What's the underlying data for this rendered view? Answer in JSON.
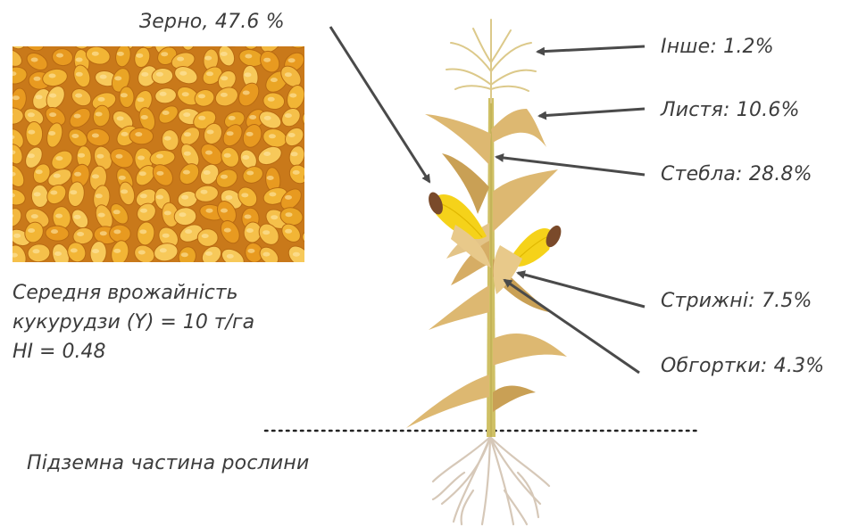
{
  "grain_label": "Зерно, 47.6 %",
  "right_labels": [
    {
      "id": "other",
      "text": "Інше: 1.2%"
    },
    {
      "id": "leaves",
      "text": "Листя: 10.6%"
    },
    {
      "id": "stems",
      "text": "Стебла: 28.8%"
    },
    {
      "id": "cobs",
      "text": "Стрижні: 7.5%"
    },
    {
      "id": "husks",
      "text": "Обгортки: 4.3%"
    }
  ],
  "yield_text": {
    "line1": "Середня врожайність",
    "line2": "кукурудзи (Y) = 10 т/га",
    "line3": "HI = 0.48"
  },
  "underground_label": "Підземна частина рослини",
  "colors": {
    "text": "#3c3c3c",
    "arrow": "#4a4a4a",
    "leaf": "#ddb871",
    "leaf_dark": "#c9a055",
    "stem": "#cfc065",
    "kernel": "#f2b535",
    "cob": "#f5d21a",
    "root": "#d6c8b8"
  }
}
